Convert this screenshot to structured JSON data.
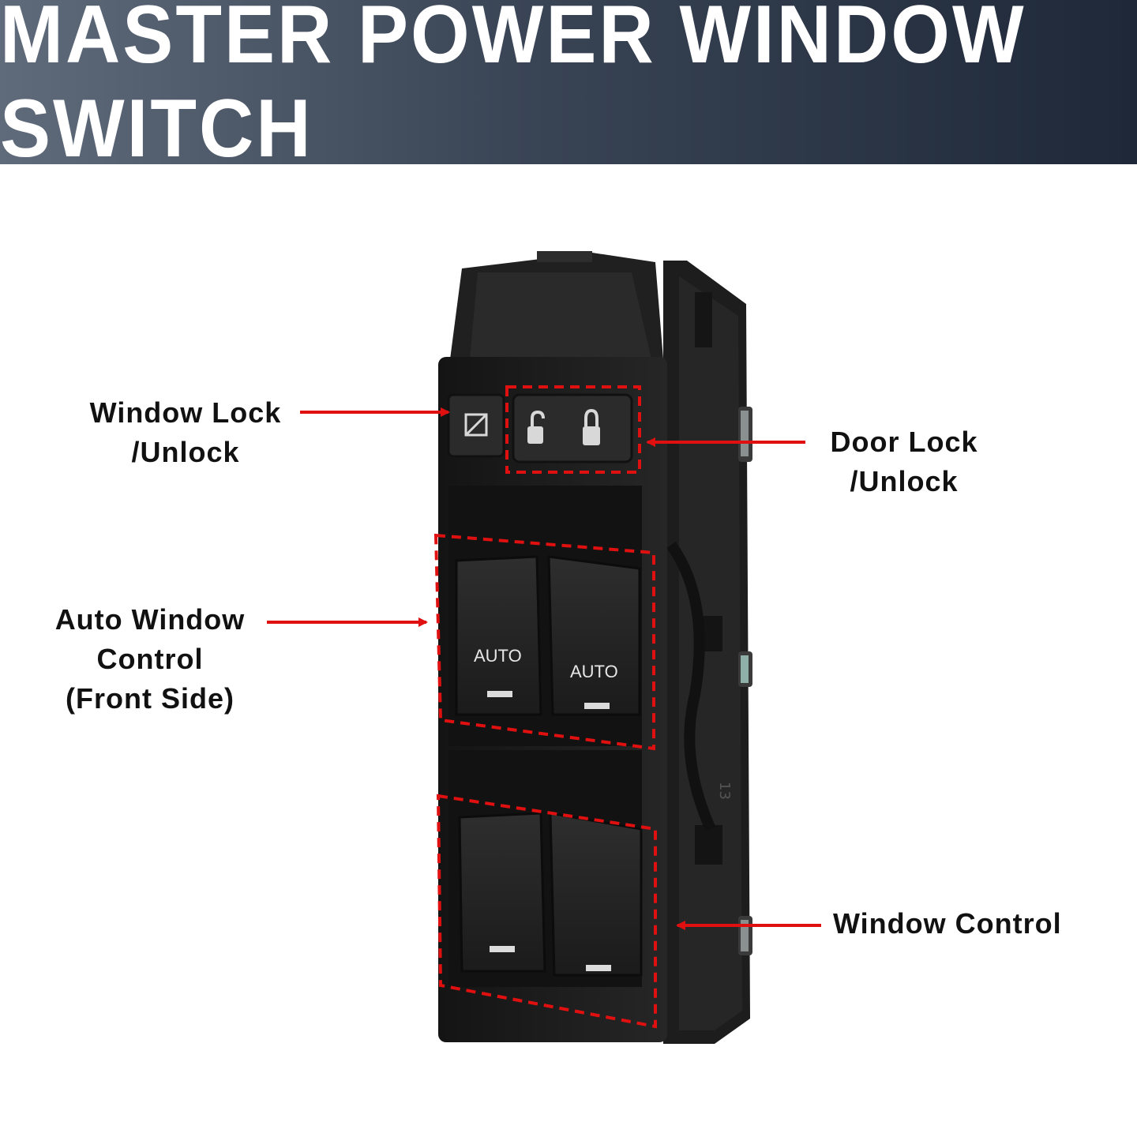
{
  "banner": {
    "title": "MASTER POWER WINDOW SWITCH"
  },
  "labels": {
    "window_lock": {
      "line1": "Window Lock",
      "line2": "/Unlock"
    },
    "door_lock": {
      "line1": "Door Lock",
      "line2": "/Unlock"
    },
    "auto_window": {
      "line1": "Auto Window",
      "line2": "Control",
      "line3": "(Front Side)"
    },
    "window_control": {
      "line1": "Window Control"
    }
  },
  "switches": {
    "auto_left": "AUTO",
    "auto_right": "AUTO",
    "housing_mark": "13"
  },
  "colors": {
    "annotation_red": "#e01010",
    "body_black": "#1a1a1a",
    "banner_dark": "#1e2838"
  }
}
